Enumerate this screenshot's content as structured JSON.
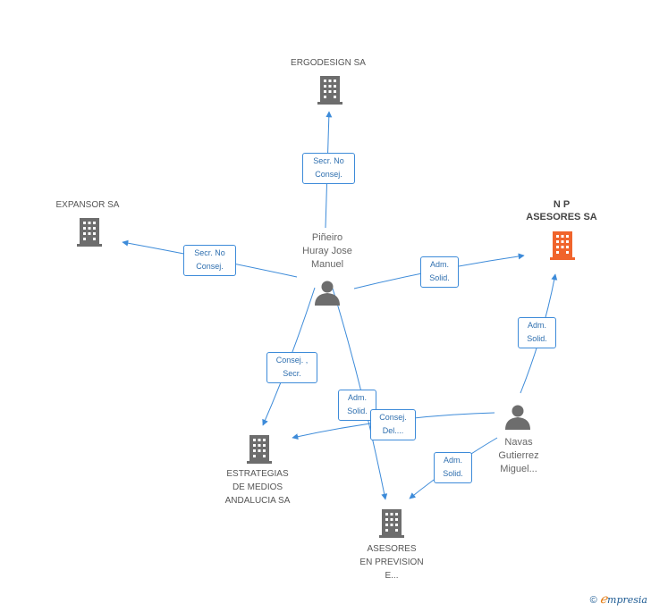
{
  "colors": {
    "edge": "#3d8bd9",
    "company": "#6d6d6d",
    "highlight": "#f0642c",
    "person": "#6d6d6d"
  },
  "companies": {
    "ergodesign": {
      "label": "ERGODESIGN SA",
      "icon": "building-icon"
    },
    "expansor": {
      "label": "EXPANSOR SA",
      "icon": "building-icon"
    },
    "np": {
      "label": "N P\nASESORES SA",
      "icon": "building-icon"
    },
    "estrategias": {
      "label": "ESTRATEGIAS\nDE MEDIOS\nANDALUCIA SA",
      "icon": "building-icon"
    },
    "asesores": {
      "label": "ASESORES\nEN PREVISION\nE...",
      "icon": "building-icon"
    }
  },
  "people": {
    "pineiro": {
      "label": "Piñeiro\nHuray Jose\nManuel",
      "icon": "person-icon"
    },
    "navas": {
      "label": "Navas\nGutierrez\nMiguel...",
      "icon": "person-icon"
    }
  },
  "edges": {
    "e1": "Secr.  No\nConsej.",
    "e2": "Secr.  No\nConsej.",
    "e3": "Adm.\nSolid.",
    "e4": "Consej. ,\nSecr.",
    "e5": "Adm.\nSolid.",
    "e6": "Consej.\nDel....",
    "e7": "Adm.\nSolid.",
    "e8": "Adm.\nSolid."
  },
  "brand": {
    "copyright": "©",
    "e": "ℯ",
    "rest": "mpresia"
  }
}
